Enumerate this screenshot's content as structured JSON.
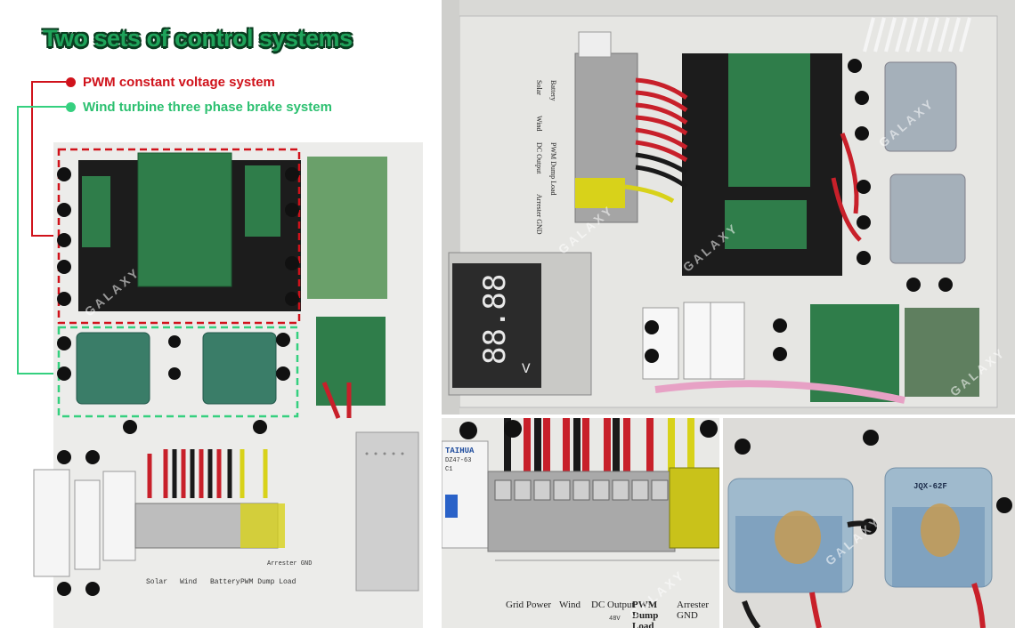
{
  "title": "Two sets of control systems",
  "legend": {
    "pwm": {
      "label": "PWM constant voltage system",
      "color": "#d0121b"
    },
    "brake": {
      "label": "Wind turbine three phase brake system",
      "color": "#35d07f"
    }
  },
  "watermark": "GALAXY",
  "left_panel": {
    "terminal_labels": [
      "Solar",
      "Wind",
      "Battery",
      "PWM Dump Load",
      "Arrester GND"
    ]
  },
  "top_right": {
    "meter_display": "88.88",
    "meter_unit": "V",
    "side_labels": [
      "Solar",
      "Battery",
      "Wind",
      "DC Output",
      "PWM Dump Load",
      "Arrester GND"
    ]
  },
  "bottom_left": {
    "breaker_brand": "TAIHUA",
    "breaker_model": "DZ47-63",
    "breaker_rating": "C1",
    "terminal_labels": [
      "Grid Power",
      "Wind",
      "DC Output",
      "PWM Dump Load",
      "Arrester GND"
    ],
    "voltage_note": "48V"
  },
  "bottom_right": {
    "relay_model": "JQX-62F"
  },
  "colors": {
    "board_green": "#2f7d4a",
    "wire_red": "#c8202a",
    "wire_black": "#1a1a1a",
    "wire_yellow": "#d8d21a",
    "chassis": "#e8e8e5",
    "heatsink": "#1b1b1b"
  }
}
